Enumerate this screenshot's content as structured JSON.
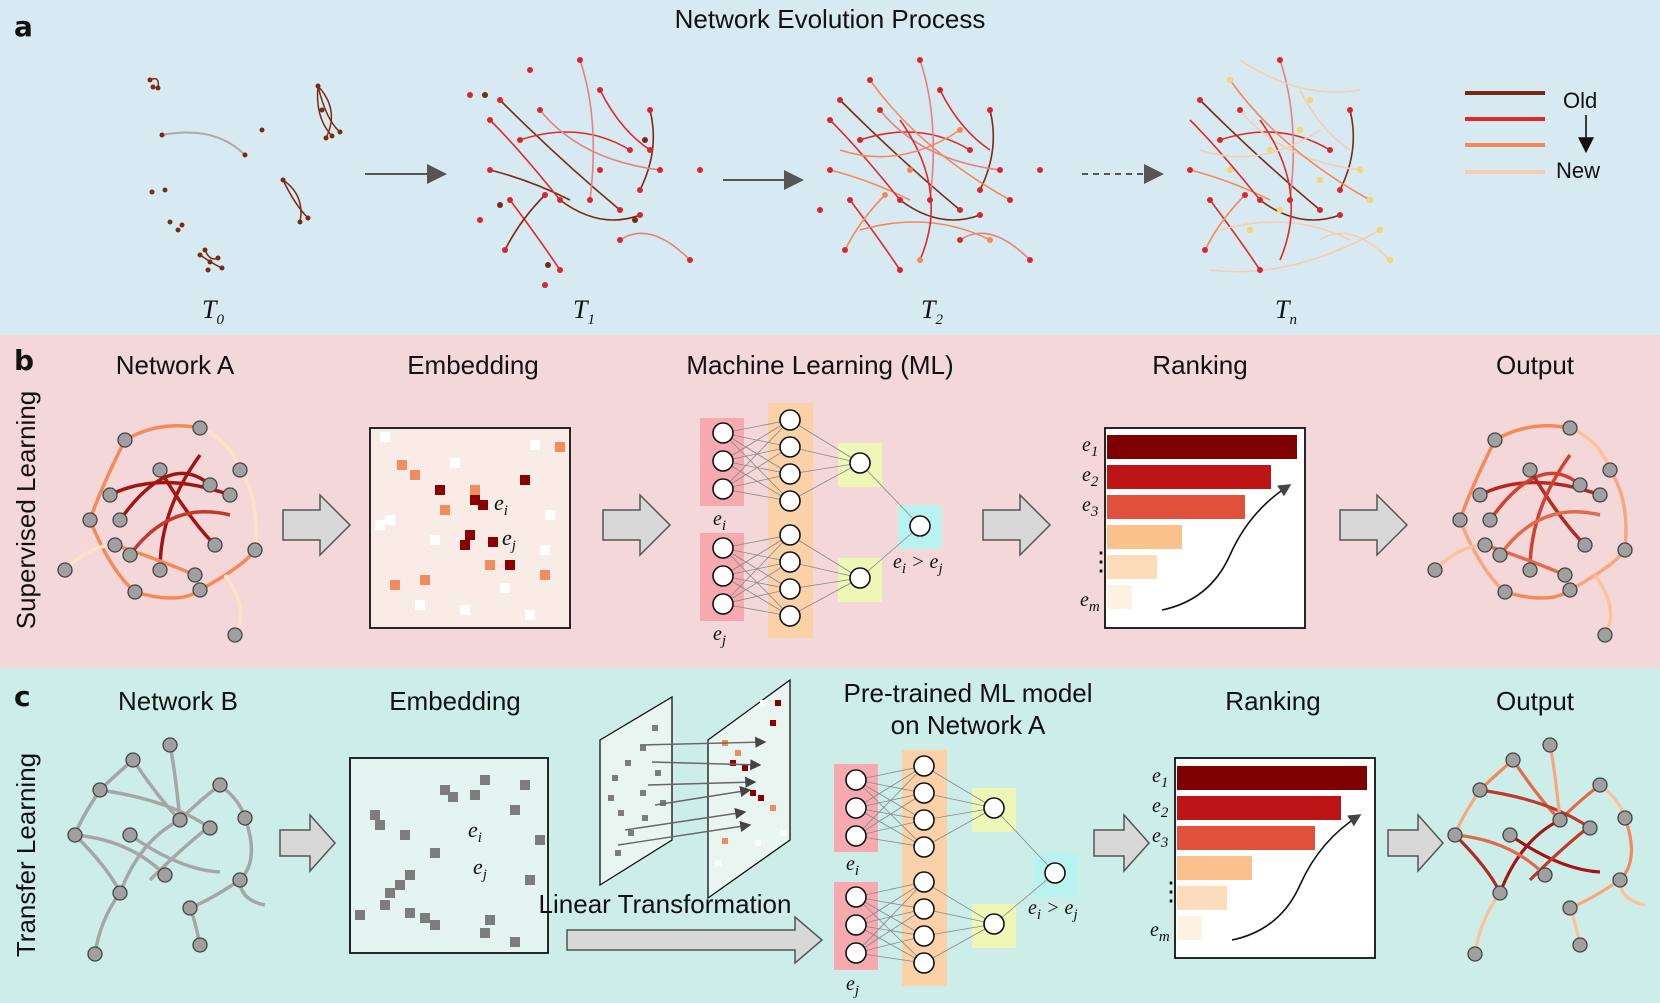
{
  "panel_a": {
    "label": "a",
    "title": "Network Evolution Process",
    "snapshots": [
      "T0",
      "T1",
      "T2",
      "Tn"
    ],
    "legend": {
      "old": "Old",
      "new": "New",
      "colors": [
        "#7b2a12",
        "#e02828",
        "#f4895a",
        "#f6cdb1"
      ]
    }
  },
  "panel_b": {
    "label": "b",
    "side_label": "Supervised Learning",
    "steps": {
      "network": "Network A",
      "embedding": "Embedding",
      "ml": "Machine Learning (ML)",
      "ranking": "Ranking",
      "output": "Output"
    },
    "ml_labels": {
      "ei": "e",
      "ej": "e",
      "compare": "e > e"
    },
    "ranking_labels": [
      "e1",
      "e2",
      "e3",
      "em"
    ]
  },
  "panel_c": {
    "label": "c",
    "side_label": "Transfer Learning",
    "steps": {
      "network": "Network B",
      "embedding": "Embedding",
      "transform": "Linear Transformation",
      "pretrained_line1": "Pre-trained ML model",
      "pretrained_line2": "on Network A",
      "ranking": "Ranking",
      "output": "Output"
    },
    "ranking_labels": [
      "e1",
      "e2",
      "e3",
      "em"
    ]
  },
  "colors": {
    "panel_a_bg": "#d8eaf1",
    "panel_b_bg": "#f4d8d9",
    "panel_c_bg": "#cdeee8",
    "bar_ramp": [
      "#7f0000",
      "#bd1515",
      "#e0503a",
      "#fbc08c",
      "#fddcbb",
      "#fff2e3"
    ]
  }
}
